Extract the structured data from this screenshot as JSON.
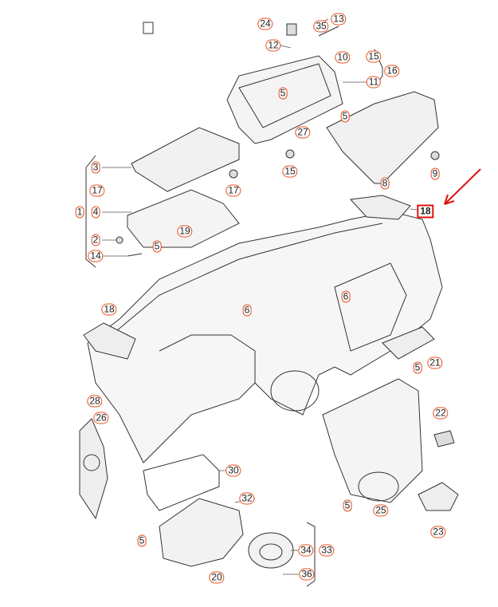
{
  "diagram": {
    "title_visible": false,
    "highlight_label": "18",
    "accent_color": "#e8501e",
    "highlight_color": "#e01010",
    "labels": [
      "24",
      "35",
      "13",
      "12",
      "10",
      "15",
      "16",
      "11",
      "5",
      "5",
      "27",
      "15",
      "9",
      "8",
      "3",
      "17",
      "17",
      "1",
      "4",
      "19",
      "2",
      "5",
      "14",
      "18",
      "18",
      "6",
      "6",
      "5",
      "21",
      "28",
      "26",
      "22",
      "30",
      "32",
      "5",
      "25",
      "23",
      "5",
      "34",
      "33",
      "20",
      "36"
    ]
  }
}
